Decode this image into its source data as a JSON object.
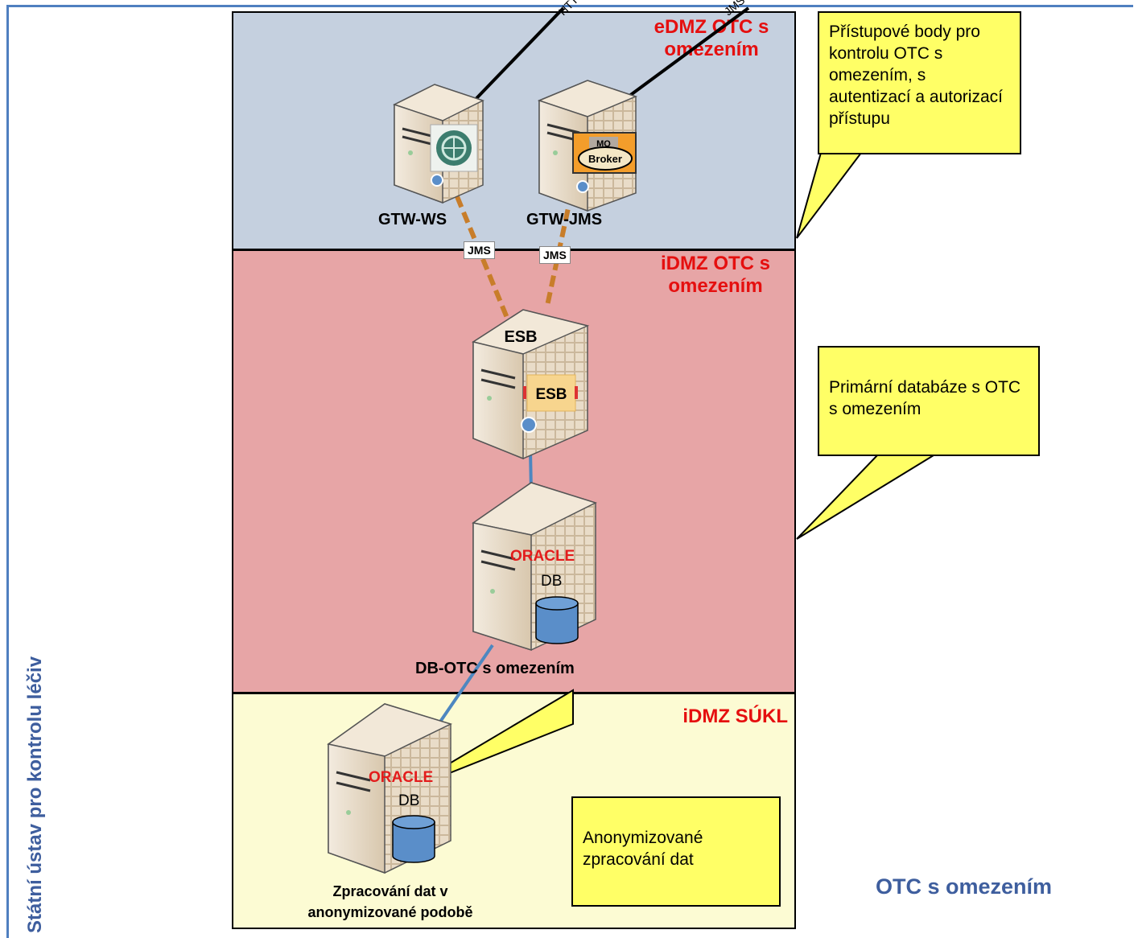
{
  "side_label": "Státní ústav pro kontrolu léčiv",
  "zones": {
    "edmz": "eDMZ OTC s omezením",
    "idmz_otc": "iDMZ OTC s omezením",
    "idmz_sukl": "iDMZ SÚKL"
  },
  "servers": {
    "gtw_ws": "GTW-WS",
    "gtw_jms": "GTW-JMS",
    "esb_title": "ESB",
    "esb_badge": "ESB",
    "db_otc": "DB-OTC s omezením",
    "db_anon_l1": "Zpracování dat v",
    "db_anon_l2": "anonymizované podobě"
  },
  "connections": {
    "jms_left": "JMS",
    "jms_right": "JMS",
    "http_soap": "HTTP/SOAP",
    "jms_top": "JMS"
  },
  "badges": {
    "oracle": "ORACLE",
    "db": "DB",
    "mq_broker": "Broker",
    "mq": "MQ"
  },
  "callouts": {
    "access_points": "Přístupové body pro kontrolu OTC s omezením, s autentizací a autorizací přístupu",
    "primary_db": "Primární databáze s OTC s omezením",
    "anonymized": "Anonymizované zpracování dat"
  },
  "footer_label": "OTC s omezením"
}
